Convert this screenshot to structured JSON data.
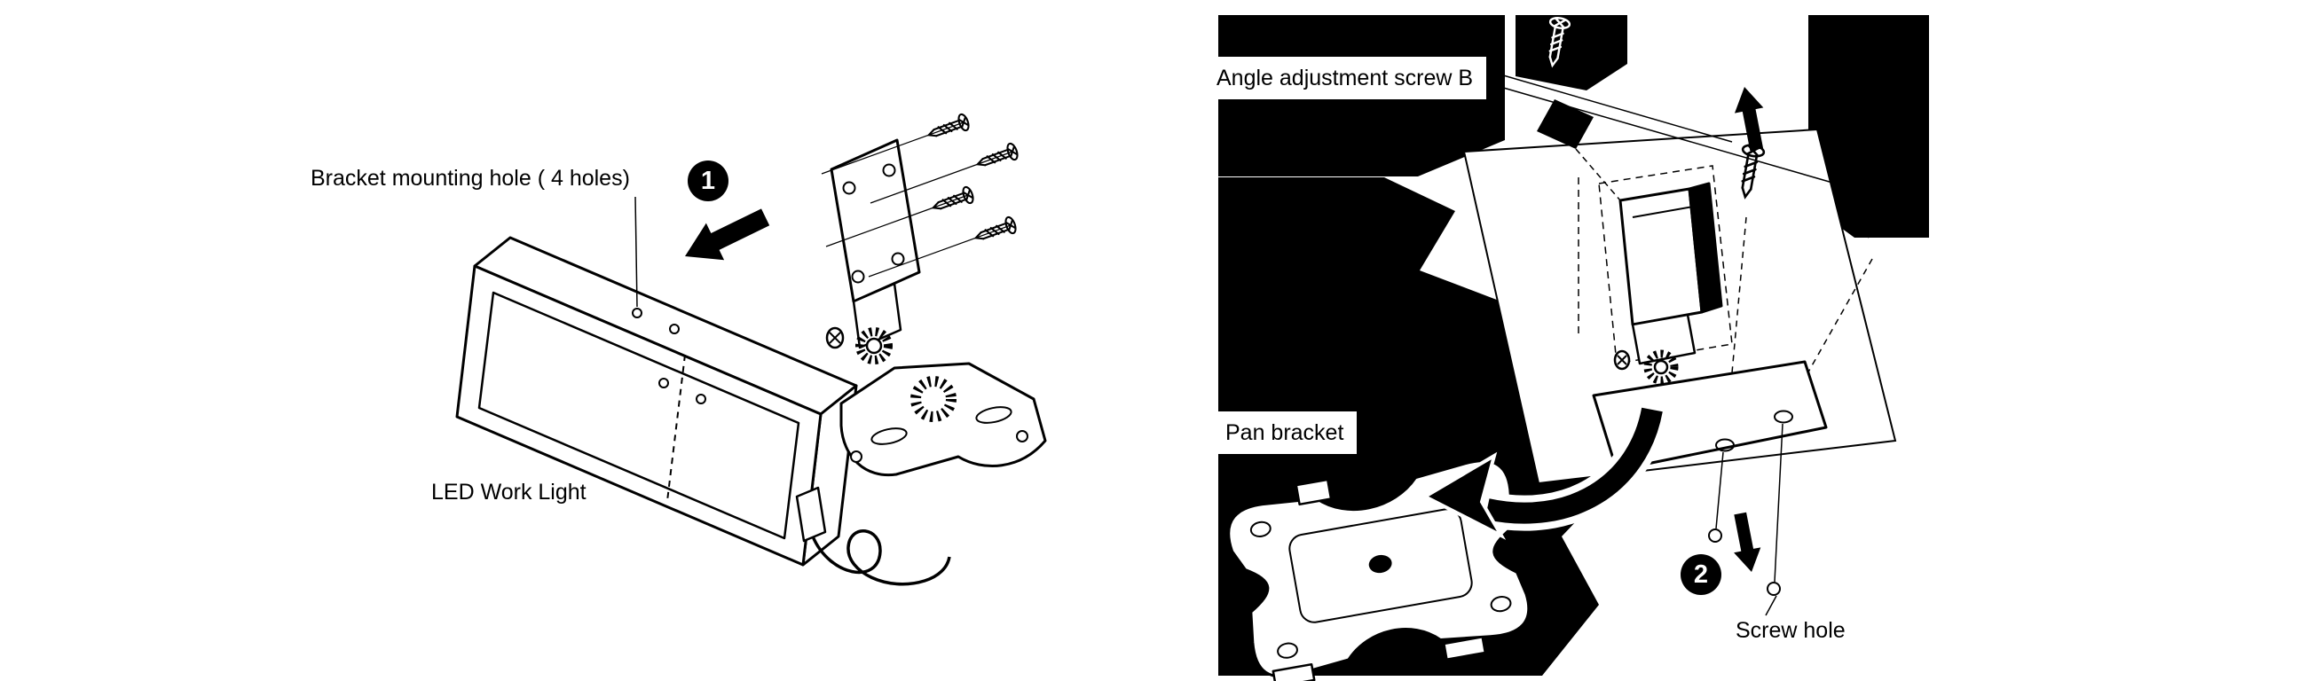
{
  "title": "LED work light bracket installation diagram",
  "colors": {
    "background": "#ffffff",
    "ink": "#000000",
    "panel_black": "#000000",
    "label_background": "#ffffff"
  },
  "left_panel": {
    "step": "1",
    "labels": {
      "mounting_hole": "Bracket mounting hole ( 4 holes)",
      "product": "LED Work Light"
    }
  },
  "right_panel": {
    "step": "2",
    "labels": {
      "angle_screw": "Angle adjustment screw B",
      "pan_bracket": "Pan bracket",
      "screw_hole": "Screw hole"
    }
  }
}
